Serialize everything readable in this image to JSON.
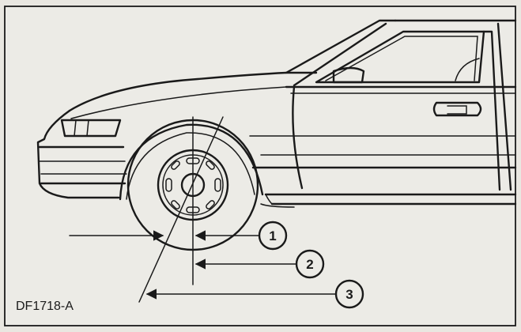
{
  "figure": {
    "id_label": "DF1718-A",
    "callouts": [
      "1",
      "2",
      "3"
    ]
  },
  "colors": {
    "background": "#e9e7e1",
    "frame": "#ecebe6",
    "ink": "#1a1a1a"
  }
}
